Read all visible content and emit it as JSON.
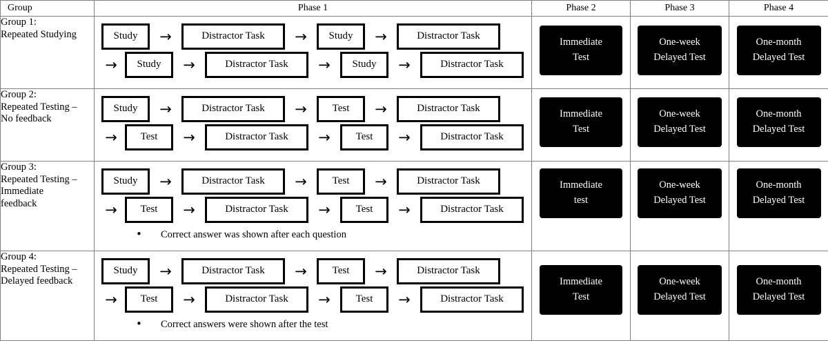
{
  "header": {
    "group": "Group",
    "phase1": "Phase 1",
    "phase2": "Phase 2",
    "phase3": "Phase 3",
    "phase4": "Phase 4"
  },
  "labels": {
    "study": "Study",
    "test": "Test",
    "distractor": "Distractor Task",
    "arrow": "→",
    "bullet": "•"
  },
  "colors": {
    "node_border": "#000000",
    "node_fill": "#ffffff",
    "black_box_fill": "#000000",
    "black_box_text": "#ffffff",
    "table_border": "#808080",
    "page_background": "#ffffff"
  },
  "rows": [
    {
      "group_label": "Group 1:\nRepeated Studying",
      "line1": [
        {
          "kind": "node",
          "variant": "study",
          "label": "Study"
        },
        {
          "kind": "arrow",
          "label": "→"
        },
        {
          "kind": "node",
          "variant": "distr",
          "label": "Distractor Task"
        },
        {
          "kind": "arrow",
          "label": "→"
        },
        {
          "kind": "node",
          "variant": "study",
          "label": "Study"
        },
        {
          "kind": "arrow",
          "label": "→"
        },
        {
          "kind": "node",
          "variant": "distr",
          "label": "Distractor Task"
        }
      ],
      "line2": [
        {
          "kind": "arrow",
          "label": "→"
        },
        {
          "kind": "node",
          "variant": "study",
          "label": "Study"
        },
        {
          "kind": "arrow",
          "label": "→"
        },
        {
          "kind": "node",
          "variant": "distr",
          "label": "Distractor Task"
        },
        {
          "kind": "arrow",
          "label": "→"
        },
        {
          "kind": "node",
          "variant": "study",
          "label": "Study"
        },
        {
          "kind": "arrow",
          "label": "→"
        },
        {
          "kind": "node",
          "variant": "distr",
          "label": "Distractor Task"
        }
      ],
      "note": null,
      "phase2": [
        "Immediate",
        "Test"
      ],
      "phase3": [
        "One-week",
        "Delayed Test"
      ],
      "phase4": [
        "One-month",
        "Delayed Test"
      ]
    },
    {
      "group_label": "Group 2:\nRepeated Testing –\nNo feedback",
      "line1": [
        {
          "kind": "node",
          "variant": "study",
          "label": "Study"
        },
        {
          "kind": "arrow",
          "label": "→"
        },
        {
          "kind": "node",
          "variant": "distr",
          "label": "Distractor Task"
        },
        {
          "kind": "arrow",
          "label": "→"
        },
        {
          "kind": "node",
          "variant": "test",
          "label": "Test"
        },
        {
          "kind": "arrow",
          "label": "→"
        },
        {
          "kind": "node",
          "variant": "distr",
          "label": "Distractor Task"
        }
      ],
      "line2": [
        {
          "kind": "arrow",
          "label": "→"
        },
        {
          "kind": "node",
          "variant": "test",
          "label": "Test"
        },
        {
          "kind": "arrow",
          "label": "→"
        },
        {
          "kind": "node",
          "variant": "distr",
          "label": "Distractor Task"
        },
        {
          "kind": "arrow",
          "label": "→"
        },
        {
          "kind": "node",
          "variant": "test",
          "label": "Test"
        },
        {
          "kind": "arrow",
          "label": "→"
        },
        {
          "kind": "node",
          "variant": "distr",
          "label": "Distractor Task"
        }
      ],
      "note": null,
      "phase2": [
        "Immediate",
        "Test"
      ],
      "phase3": [
        "One-week",
        "Delayed Test"
      ],
      "phase4": [
        "One-month",
        "Delayed Test"
      ]
    },
    {
      "group_label": "Group 3:\nRepeated Testing –\nImmediate\nfeedback",
      "line1": [
        {
          "kind": "node",
          "variant": "study",
          "label": "Study"
        },
        {
          "kind": "arrow",
          "label": "→"
        },
        {
          "kind": "node",
          "variant": "distr",
          "label": "Distractor Task"
        },
        {
          "kind": "arrow",
          "label": "→"
        },
        {
          "kind": "node",
          "variant": "test",
          "label": "Test"
        },
        {
          "kind": "arrow",
          "label": "→"
        },
        {
          "kind": "node",
          "variant": "distr",
          "label": "Distractor Task"
        }
      ],
      "line2": [
        {
          "kind": "arrow",
          "label": "→"
        },
        {
          "kind": "node",
          "variant": "test",
          "label": "Test"
        },
        {
          "kind": "arrow",
          "label": "→"
        },
        {
          "kind": "node",
          "variant": "distr",
          "label": "Distractor Task"
        },
        {
          "kind": "arrow",
          "label": "→"
        },
        {
          "kind": "node",
          "variant": "test",
          "label": "Test"
        },
        {
          "kind": "arrow",
          "label": "→"
        },
        {
          "kind": "node",
          "variant": "distr",
          "label": "Distractor Task"
        }
      ],
      "note": "Correct answer was shown after each question",
      "phase2": [
        "Immediate",
        "test"
      ],
      "phase3": [
        "One-week",
        "Delayed Test"
      ],
      "phase4": [
        "One-month",
        "Delayed Test"
      ]
    },
    {
      "group_label": "Group 4:\nRepeated Testing –\nDelayed feedback",
      "line1": [
        {
          "kind": "node",
          "variant": "study",
          "label": "Study"
        },
        {
          "kind": "arrow",
          "label": "→"
        },
        {
          "kind": "node",
          "variant": "distr",
          "label": "Distractor Task"
        },
        {
          "kind": "arrow",
          "label": "→"
        },
        {
          "kind": "node",
          "variant": "test",
          "label": "Test"
        },
        {
          "kind": "arrow",
          "label": "→"
        },
        {
          "kind": "node",
          "variant": "distr",
          "label": "Distractor Task"
        }
      ],
      "line2": [
        {
          "kind": "arrow",
          "label": "→"
        },
        {
          "kind": "node",
          "variant": "test",
          "label": "Test"
        },
        {
          "kind": "arrow",
          "label": "→"
        },
        {
          "kind": "node",
          "variant": "distr",
          "label": "Distractor Task"
        },
        {
          "kind": "arrow",
          "label": "→"
        },
        {
          "kind": "node",
          "variant": "test",
          "label": "Test"
        },
        {
          "kind": "arrow",
          "label": "→"
        },
        {
          "kind": "node",
          "variant": "distr",
          "label": "Distractor Task"
        }
      ],
      "note": "Correct answers were shown after the test",
      "phase2": [
        "Immediate",
        "Test"
      ],
      "phase3": [
        "One-week",
        "Delayed Test"
      ],
      "phase4": [
        "One-month",
        "Delayed Test"
      ]
    }
  ]
}
